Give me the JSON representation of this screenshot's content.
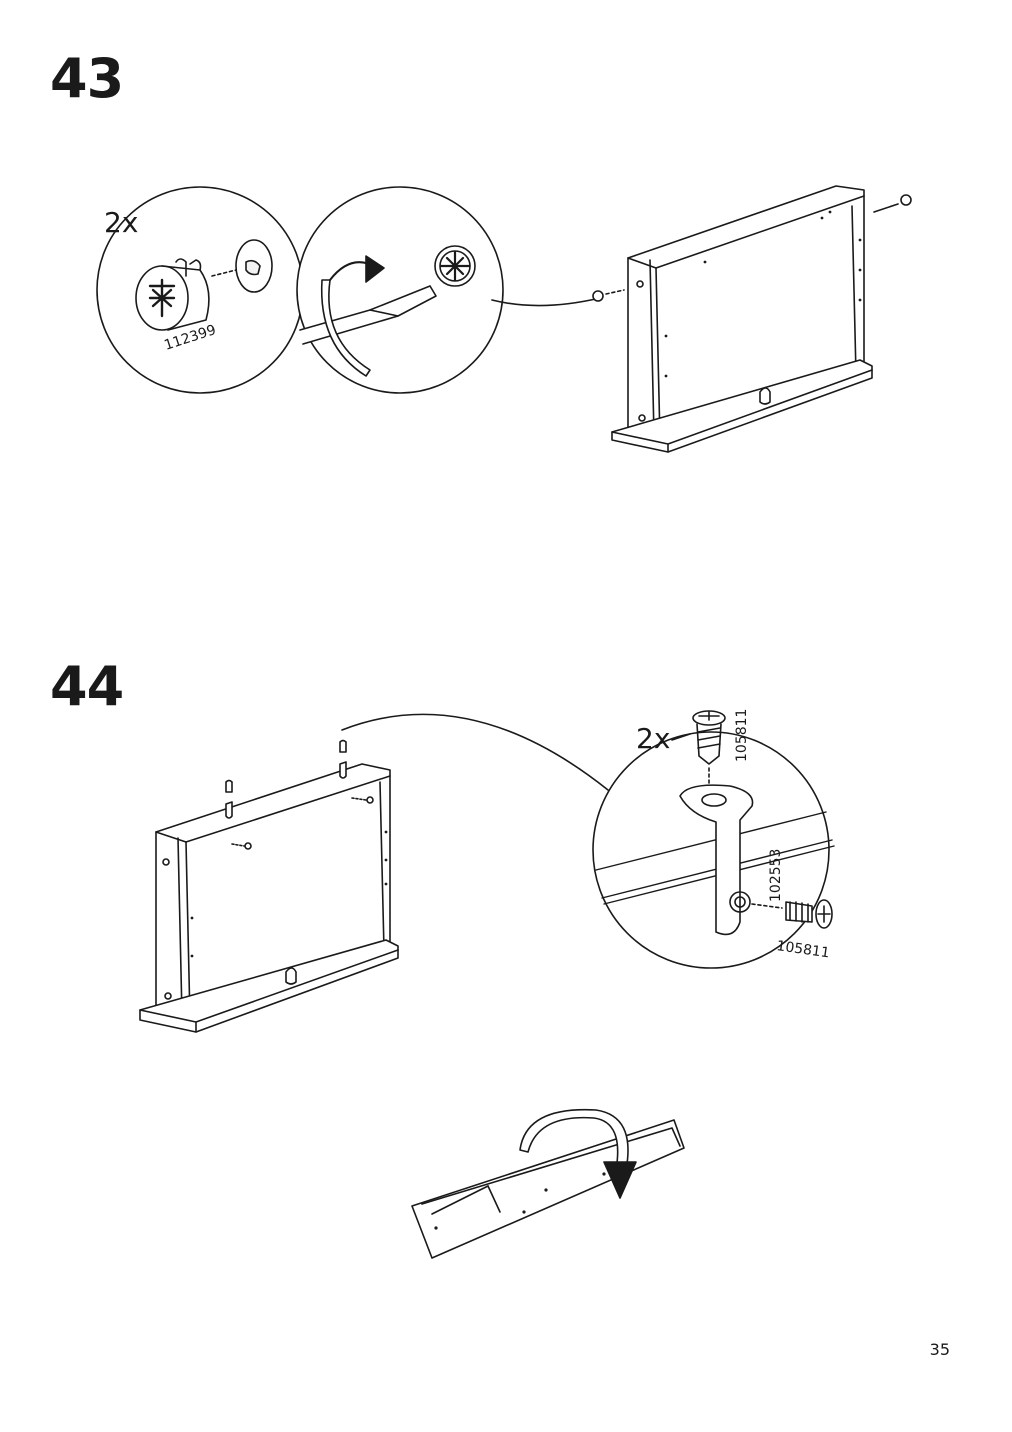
{
  "steps": [
    {
      "number": "43",
      "quantity": "2x",
      "part_number": "112399"
    },
    {
      "number": "44",
      "quantity": "2x",
      "parts": [
        "105811",
        "102553",
        "105811"
      ]
    }
  ],
  "page_number": "35"
}
